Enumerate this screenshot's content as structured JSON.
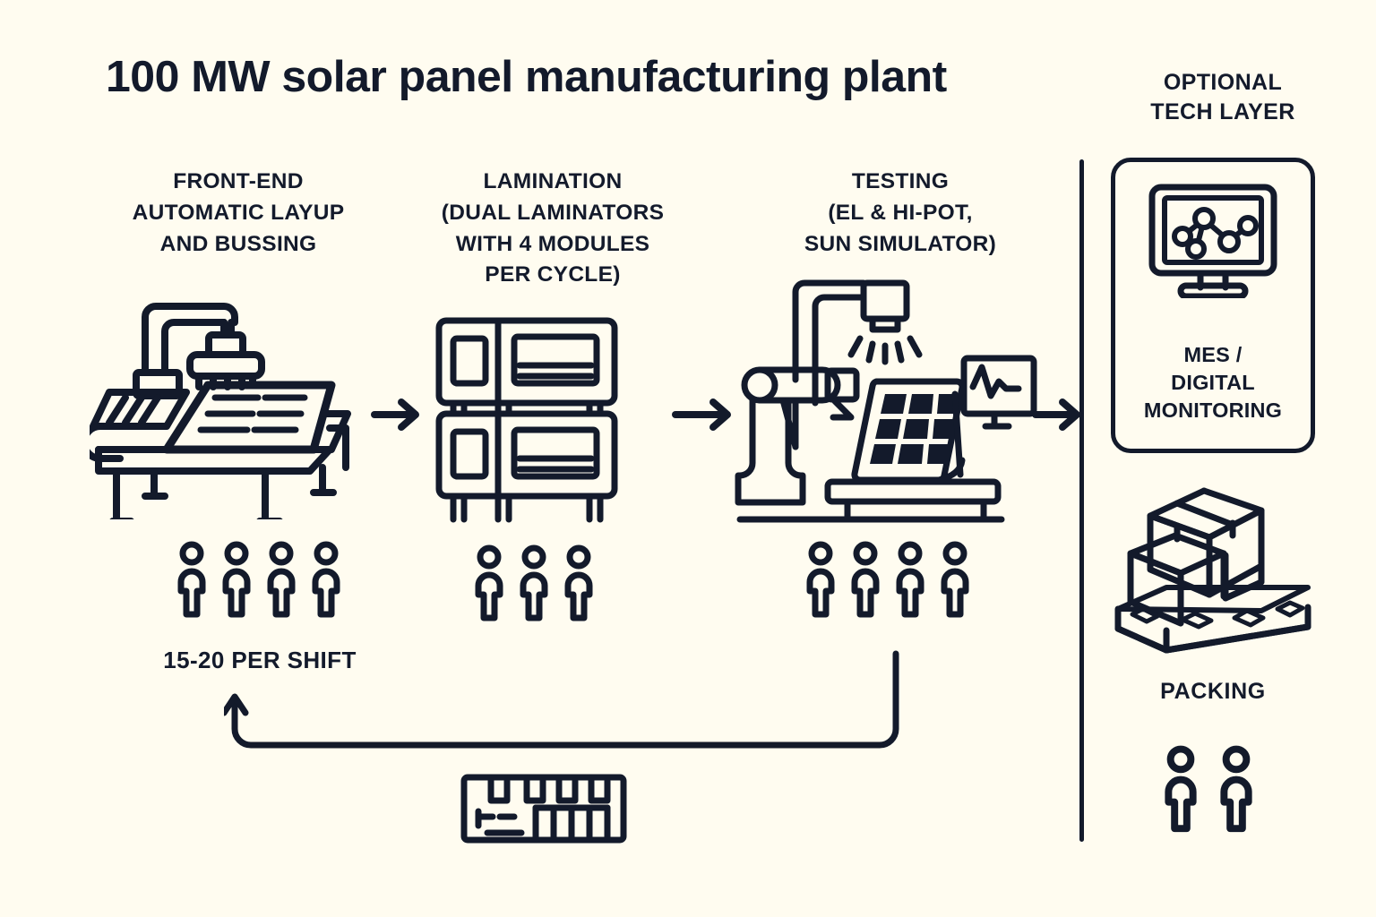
{
  "title": "100 MW solar panel manufacturing plant",
  "colors": {
    "background": "#fffcf0",
    "ink": "#131a2b"
  },
  "stages": [
    {
      "id": "front-end",
      "title_lines": [
        "FRONT-END",
        "AUTOMATIC LAYUP",
        "AND BUSSING"
      ],
      "icon": "layup-bussing-machine-icon",
      "people_count": 4,
      "staffing_note": "15-20 PER SHIFT"
    },
    {
      "id": "lamination",
      "title_lines": [
        "LAMINATION",
        "(DUAL LAMINATORS",
        "WITH 4 MODULES",
        "PER CYCLE)"
      ],
      "icon": "dual-laminator-icon",
      "people_count": 3,
      "staffing_note": ""
    },
    {
      "id": "testing",
      "title_lines": [
        "TESTING",
        "(EL & HI-POT,",
        "SUN SIMULATOR)"
      ],
      "icon": "testing-station-icon",
      "people_count": 4,
      "staffing_note": ""
    }
  ],
  "flow_arrows": [
    {
      "id": "flow-arrow-1",
      "direction": "right",
      "from": "front-end",
      "to": "lamination"
    },
    {
      "id": "flow-arrow-2",
      "direction": "right",
      "from": "lamination",
      "to": "testing"
    },
    {
      "id": "flow-arrow-3",
      "direction": "right",
      "from": "testing",
      "to": "optional-tech-layer"
    }
  ],
  "rework_loop": {
    "id": "rework-feedback-arrow",
    "direction": "right-to-left-up",
    "from": "testing",
    "to": "front-end",
    "icon": "rework-station-icon"
  },
  "tech_layer": {
    "header_lines": [
      "OPTIONAL",
      "TECH LAYER"
    ],
    "card": {
      "icon": "monitor-analytics-icon",
      "label_lines": [
        "MES /",
        "DIGITAL",
        "MONITORING"
      ]
    }
  },
  "packing": {
    "icon": "pallet-boxes-icon",
    "label": "PACKING",
    "people_count": 2
  }
}
